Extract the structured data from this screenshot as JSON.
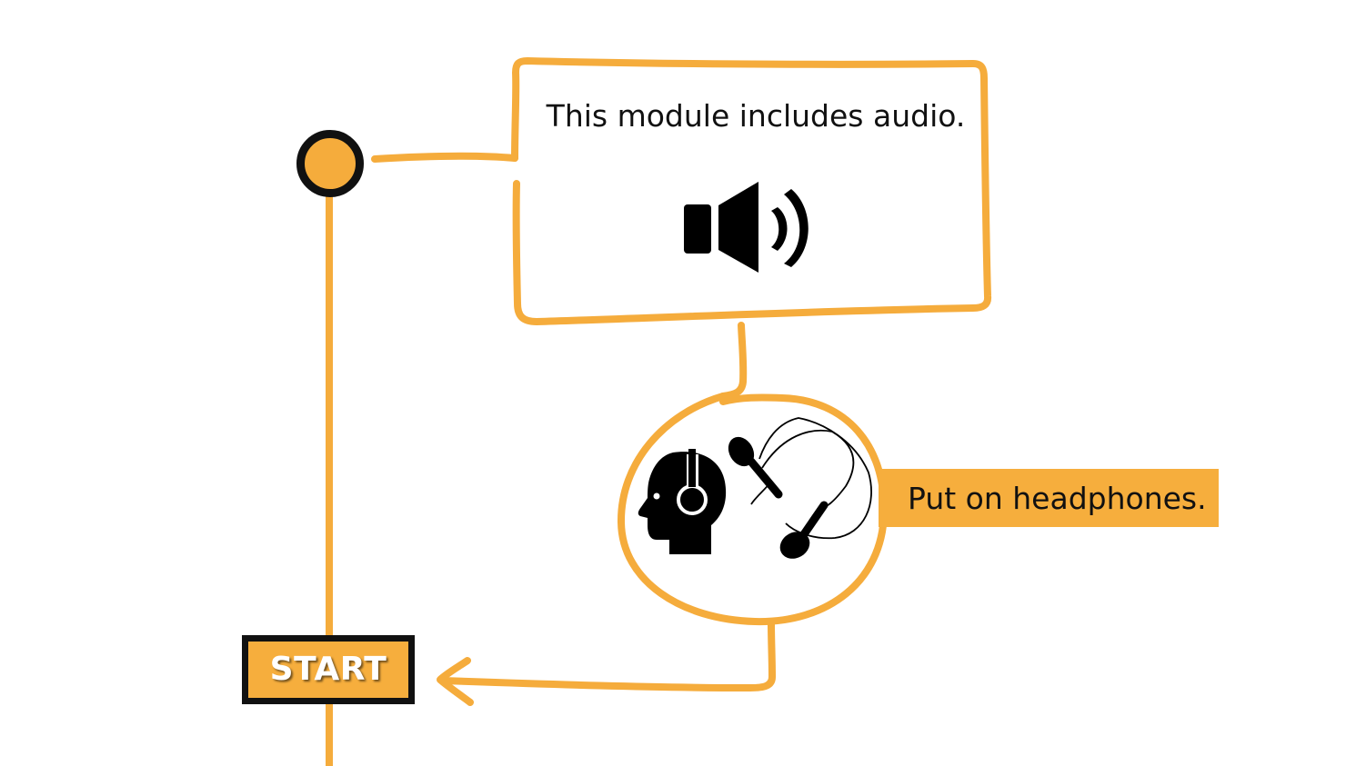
{
  "colors": {
    "accent": "#f5ac3c",
    "outline": "#111111",
    "background": "#ffffff",
    "start_text": "#ffffff"
  },
  "audio_card": {
    "text": "This module includes audio.",
    "icon": "speaker-volume-icon"
  },
  "headphones_card": {
    "text": "Put on headphones.",
    "icons": [
      "person-headset-icon",
      "earbuds-icon"
    ]
  },
  "timeline": {
    "node_icon": "timeline-circle-node"
  },
  "start_button": {
    "label": "START"
  }
}
